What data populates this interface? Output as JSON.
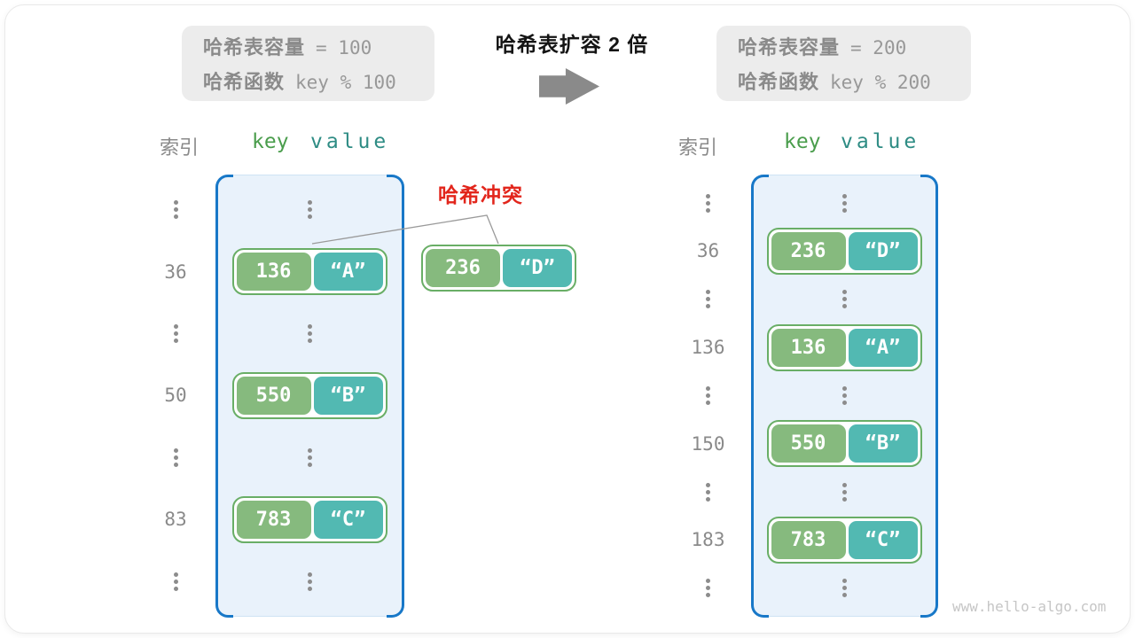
{
  "header": {
    "before_box": {
      "capacity_label": "哈希表容量",
      "capacity_value": "= 100",
      "function_label": "哈希函数",
      "function_value": "key % 100"
    },
    "title": "哈希表扩容 2 倍",
    "after_box": {
      "capacity_label": "哈希表容量",
      "capacity_value": "= 200",
      "function_label": "哈希函数",
      "function_value": "key % 200"
    }
  },
  "collision": {
    "label": "哈希冲突"
  },
  "floating_pair": {
    "key": "236",
    "value": "“D”"
  },
  "tables": {
    "before": {
      "index_header": "索引",
      "key_header": "key",
      "value_header": "value",
      "rows": [
        {
          "type": "dots"
        },
        {
          "type": "pair",
          "index": "36",
          "key": "136",
          "value": "“A”"
        },
        {
          "type": "dots"
        },
        {
          "type": "pair",
          "index": "50",
          "key": "550",
          "value": "“B”"
        },
        {
          "type": "dots"
        },
        {
          "type": "pair",
          "index": "83",
          "key": "783",
          "value": "“C”"
        },
        {
          "type": "dots"
        }
      ]
    },
    "after": {
      "index_header": "索引",
      "key_header": "key",
      "value_header": "value",
      "rows": [
        {
          "type": "dots"
        },
        {
          "type": "pair",
          "index": "36",
          "key": "236",
          "value": "“D”"
        },
        {
          "type": "dots"
        },
        {
          "type": "pair",
          "index": "136",
          "key": "136",
          "value": "“A”"
        },
        {
          "type": "dots"
        },
        {
          "type": "pair",
          "index": "150",
          "key": "550",
          "value": "“B”"
        },
        {
          "type": "dots"
        },
        {
          "type": "pair",
          "index": "183",
          "key": "783",
          "value": "“C”"
        },
        {
          "type": "dots"
        }
      ]
    }
  },
  "watermark": "www.hello-algo.com",
  "colors": {
    "accent_blue": "#1878c8",
    "table_fill": "#e9f2fb",
    "key_green": "#86ba7e",
    "value_teal": "#52b9b2",
    "pair_border_green": "#69ae66",
    "collision_red": "#e2251b",
    "gray_text": "#8a8a8a"
  }
}
